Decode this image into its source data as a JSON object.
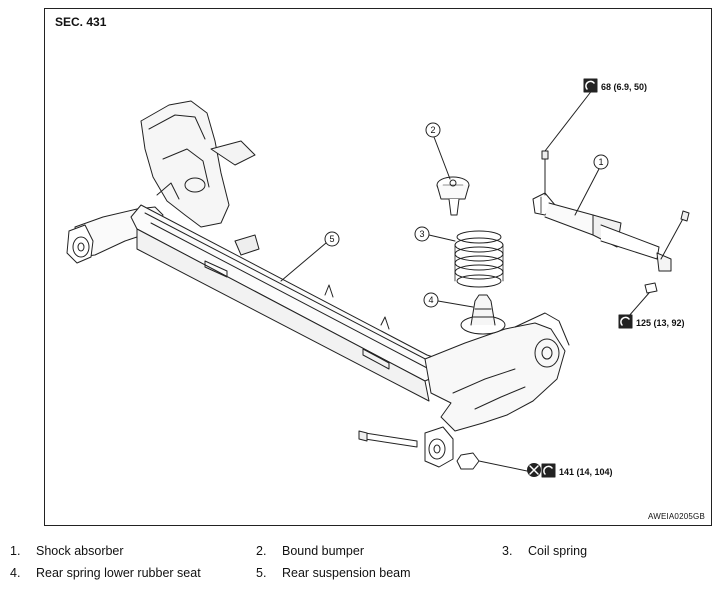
{
  "header": {
    "section": "SEC. 431"
  },
  "figure_code": "AWEIA0205GB",
  "torques": [
    {
      "id": "t1",
      "value": "68 (6.9, 50)",
      "symbols": [
        "torque-wrench-icon"
      ]
    },
    {
      "id": "t2",
      "value": "125 (13, 92)",
      "symbols": [
        "torque-wrench-icon"
      ]
    },
    {
      "id": "t3",
      "value": "141 (14, 104)",
      "symbols": [
        "do-not-reuse-icon",
        "torque-wrench-icon"
      ]
    }
  ],
  "callouts": [
    {
      "num": "1",
      "part": "Shock absorber"
    },
    {
      "num": "2",
      "part": "Bound bumper"
    },
    {
      "num": "3",
      "part": "Coil spring"
    },
    {
      "num": "4",
      "part": "Rear spring lower rubber seat"
    },
    {
      "num": "5",
      "part": "Rear suspension beam"
    }
  ],
  "legend": [
    {
      "num": "1.",
      "label": "Shock absorber"
    },
    {
      "num": "2.",
      "label": "Bound bumper"
    },
    {
      "num": "3.",
      "label": "Coil spring"
    },
    {
      "num": "4.",
      "label": "Rear spring lower rubber seat"
    },
    {
      "num": "5.",
      "label": "Rear suspension beam"
    }
  ]
}
